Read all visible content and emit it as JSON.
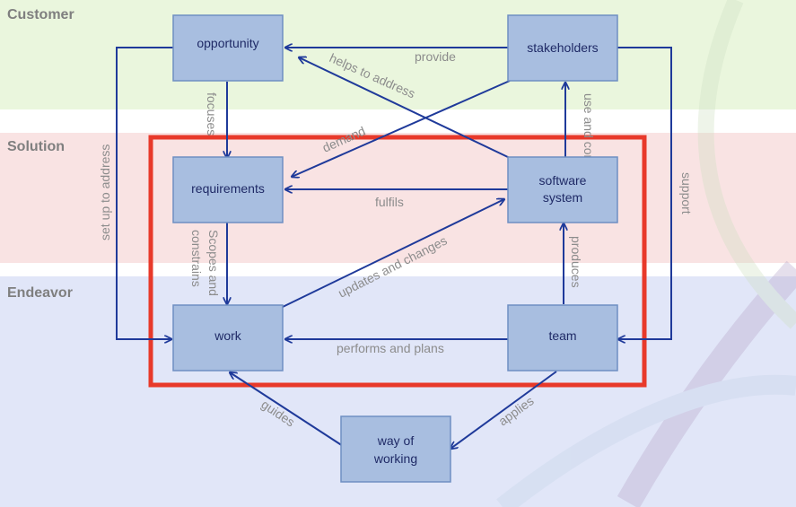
{
  "bands": {
    "customer": "Customer",
    "solution": "Solution",
    "endeavor": "Endeavor"
  },
  "nodes": {
    "opportunity": "opportunity",
    "stakeholders": "stakeholders",
    "requirements": "requirements",
    "software_system_line1": "software",
    "software_system_line2": "system",
    "work": "work",
    "team": "team",
    "way_of_working_line1": "way of",
    "way_of_working_line2": "working"
  },
  "edges": {
    "provide": "provide",
    "helps_to_address": "helps to address",
    "focuses": "focuses",
    "demand": "demand",
    "use_and_consume": "use and consume",
    "set_up_to_address": "set up to address",
    "fulfils": "fulfils",
    "support": "support",
    "scopes_and_constrains_line1": "Scopes and",
    "scopes_and_constrains_line2": "constrains",
    "updates_and_changes": "updates and changes",
    "produces": "produces",
    "performs_and_plans": "performs and plans",
    "guides": "guides",
    "applies": "applies"
  },
  "colors": {
    "node_fill": "#a8bee0",
    "arrow": "#1f3a9a",
    "highlight_frame": "#e8392a",
    "customer_band": "#eaf6dd",
    "solution_band": "#f9e3e3",
    "endeavor_band": "#e1e6f8"
  }
}
